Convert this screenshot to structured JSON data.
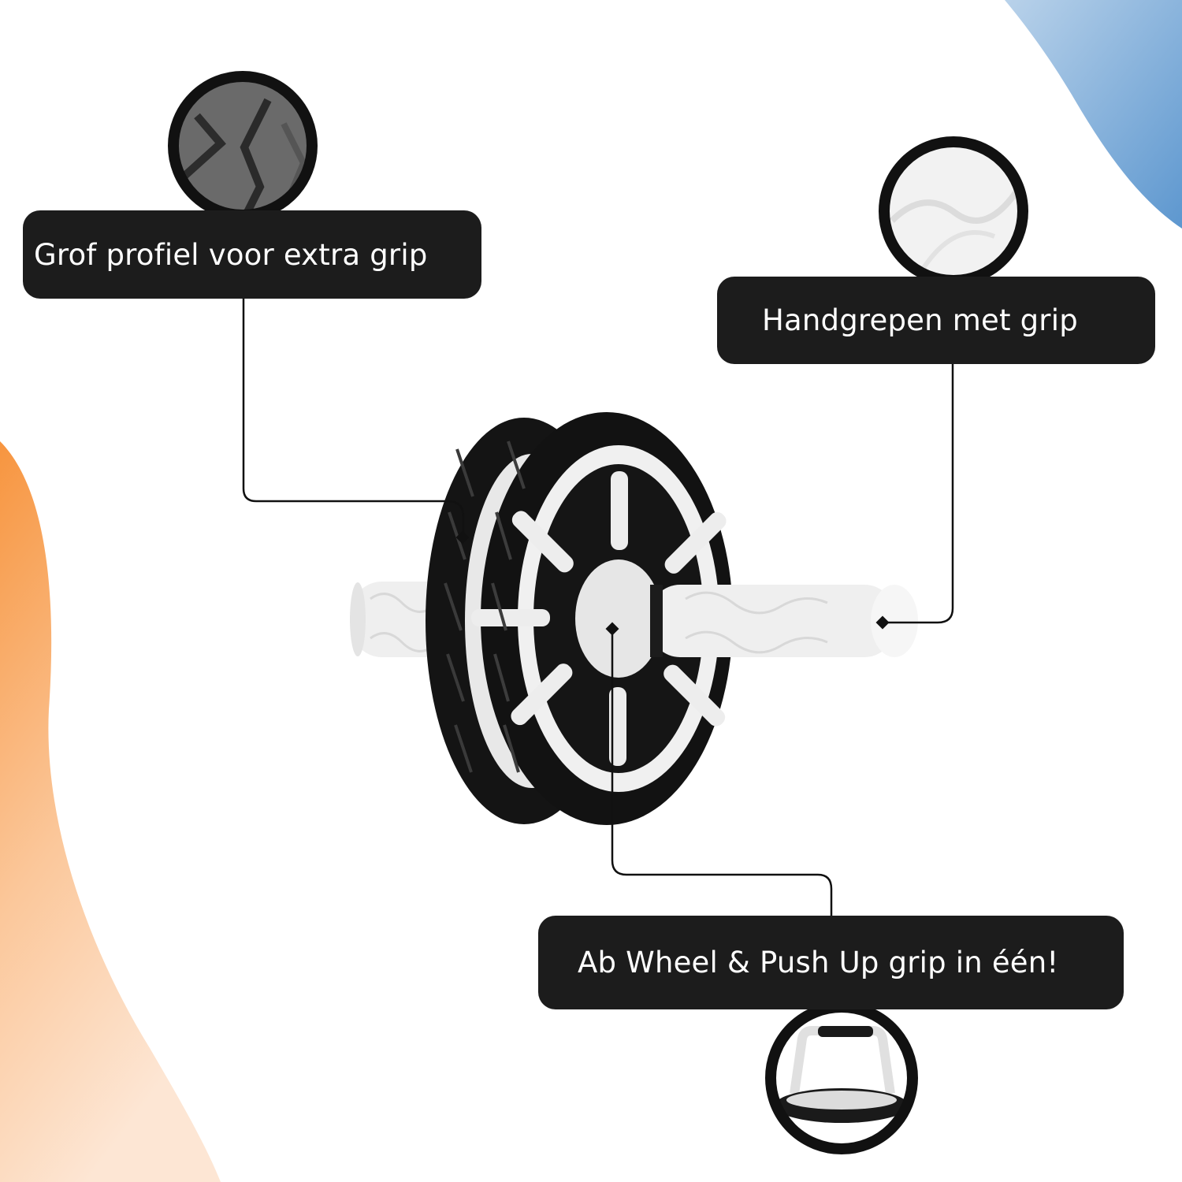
{
  "callouts": {
    "tread": "Grof profiel voor extra grip",
    "handles": "Handgrepen met grip",
    "pushup": "Ab Wheel & Push Up grip in één!"
  },
  "colors": {
    "accent_orange": "#f59a55",
    "accent_blue": "#6aa3d6",
    "label_background": "#1c1c1c",
    "wheel_black": "#141414",
    "handle_white": "#eeeeee"
  },
  "icons": {
    "tread_detail": "tire-tread-closeup",
    "handle_detail": "handle-grip-closeup",
    "pushup_detail": "pushup-grip-closeup"
  }
}
